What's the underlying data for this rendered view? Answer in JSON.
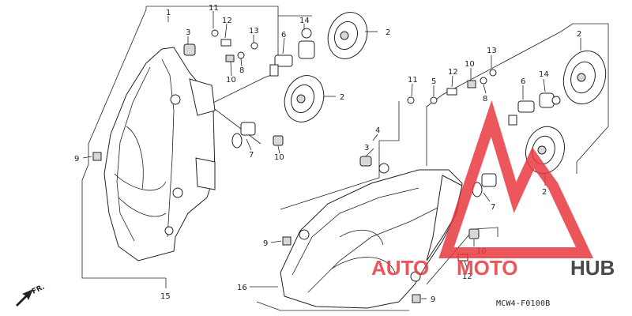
{
  "diagram": {
    "reference_code": "MCW4-F0100B",
    "front_arrow_label": "FR.",
    "callouts": {
      "left_assembly_1": "1",
      "left_bulb_cover_2a": "2",
      "left_bulb_cover_2b": "2",
      "left_grommet_3": "3",
      "left_bulb_holder_6": "6",
      "left_bulb_7": "7",
      "left_washer_8": "8",
      "left_clip_9": "9",
      "left_grommet_10a": "10",
      "left_grommet_10b": "10",
      "left_screw_11": "11",
      "left_screw_12": "12",
      "left_nut_13": "13",
      "left_bulb_14": "14",
      "left_headlight_15": "15",
      "right_cover_2a": "2",
      "right_cover_2b": "2",
      "right_grommet_3": "3",
      "right_bracket_4": "4",
      "right_screw_5": "5",
      "right_bulb_holder_6": "6",
      "right_bulb_7": "7",
      "right_washer_8": "8",
      "right_clip_9a": "9",
      "right_clip_9b": "9",
      "right_grommet_10a": "10",
      "right_grommet_10b": "10",
      "right_screw_11": "11",
      "right_screw_12a": "12",
      "right_screw_12b": "12",
      "right_nut_13": "13",
      "right_bulb_14": "14",
      "right_headlight_16": "16"
    }
  },
  "watermark": {
    "logo_text_auto": "AUTO",
    "logo_text_moto": "MOTO",
    "logo_text_hub": "HUB",
    "color_red": "#e8393f",
    "color_dark": "#2b2b2b"
  }
}
